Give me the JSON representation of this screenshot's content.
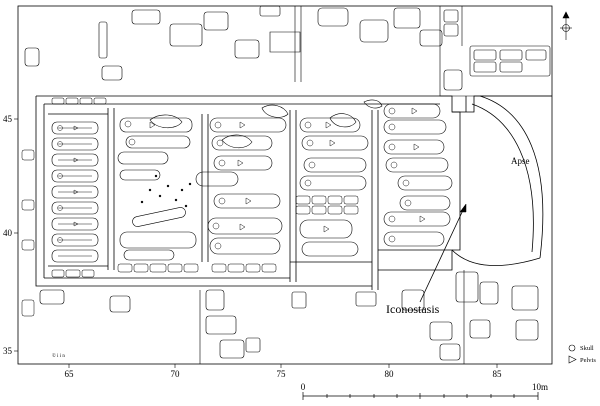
{
  "labels": {
    "apse": "Apse",
    "iconostasis": "Iconostasis",
    "tiny_note": "© i i n"
  },
  "axes": {
    "x_ticks": [
      "65",
      "70",
      "75",
      "80",
      "85"
    ],
    "y_ticks": [
      "45",
      "40",
      "35"
    ]
  },
  "scale_bar": {
    "start": "0",
    "end": "10m"
  },
  "legend": [
    {
      "symbol": "circle",
      "label": "Skull"
    },
    {
      "symbol": "triangle",
      "label": "Pelvis"
    }
  ],
  "icons": {
    "north_arrow": "north-arrow-icon"
  }
}
